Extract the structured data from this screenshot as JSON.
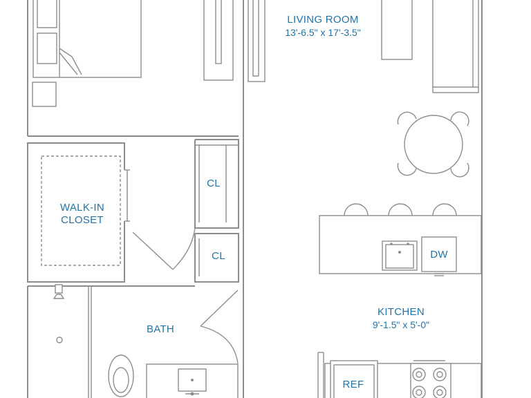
{
  "rooms": {
    "living_room": {
      "name": "LIVING ROOM",
      "dims": "13'-6.5\" x 17'-3.5\""
    },
    "walk_in_closet": {
      "line1": "WALK-IN",
      "line2": "CLOSET"
    },
    "closet_upper": {
      "name": "CL"
    },
    "closet_lower": {
      "name": "CL"
    },
    "bath": {
      "name": "BATH"
    },
    "kitchen": {
      "name": "KITCHEN",
      "dims": "9'-1.5\" x 5'-0\""
    }
  },
  "appliances": {
    "dishwasher": "DW",
    "refrigerator": "REF"
  }
}
